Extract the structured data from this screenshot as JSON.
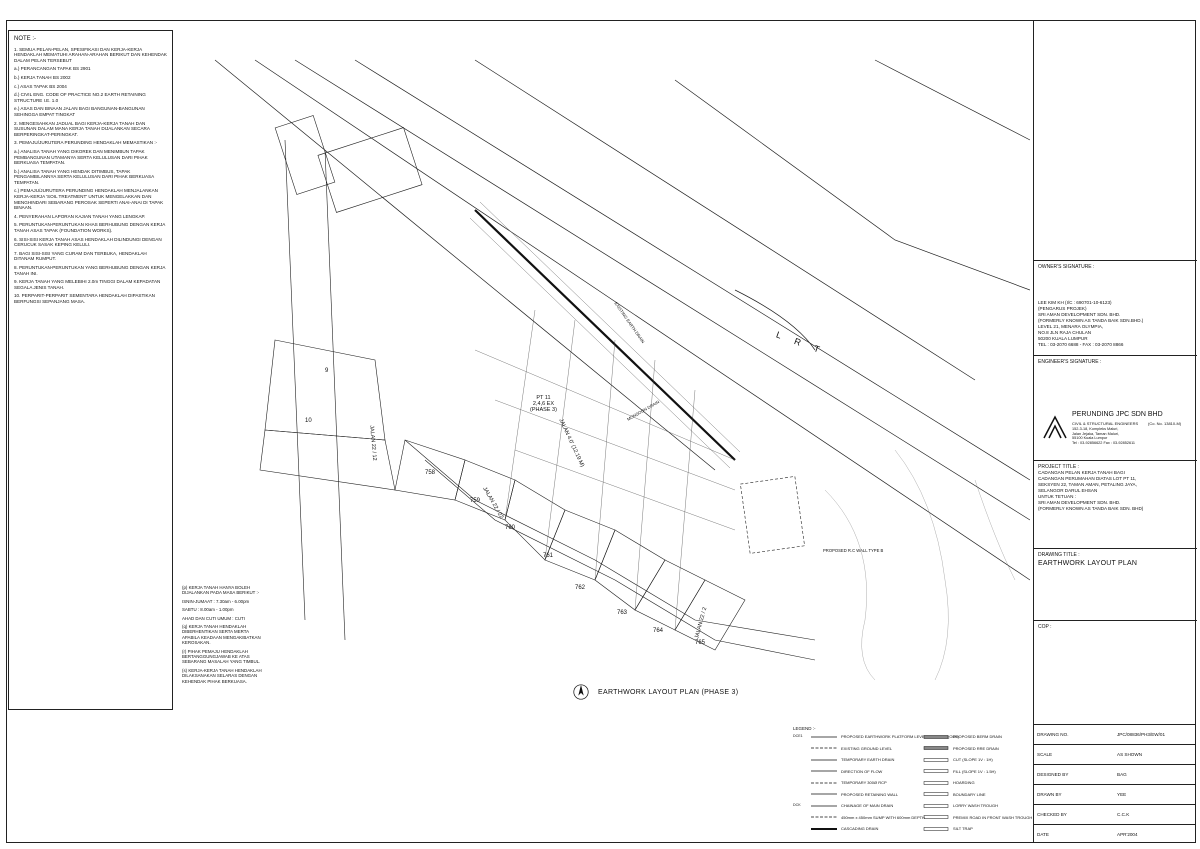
{
  "notes": {
    "heading": "NOTE :-",
    "items": [
      "1. SEMUA PELAN-PELAN, SPESIFIKASI DAN KERJA-KERJA HENDAKLAH MEMATUHI ARAHAN-ARAHAN BERIKUT DAN KEHENDAK DALAM PELAN TERSEBUT",
      "a.) PERANCANGAN TAPAK BS 2901",
      "b.) KERJA TANAH BS 2002",
      "c.) ASAS TAPAK BS 2004",
      "d.) CIVIL ENG. CODE OF PRACTICE NO.2 EARTH RETAINING STRUCTURE I.E. 1.0",
      "e.) ASAS DAN BINAAN JALAN BAGI BANGUNAN-BANGUNAN SEHINGGA EMPAT TINGKAT",
      "2. MENGESAHKAN JADUAL BAGI KERJA-KERJA TANAH DAN SUSUNAN DALAM MANA KERJA TANAH DIJALANKAN SECARA BERPERINGKAT-PERINGKAT.",
      "3. PEMAJU/JURUTERA PERUNDING HENDAKLAH MEMASTIKAN :-",
      "a.) ANALISA TANAH YANG DIKOREK DAN MENIMBUN TAPAK PEMBANGUNAN UTAMANYA SERTA KELULUSAN DARI PIHAK BERKUASA TEMPATAN.",
      "b.) ANALISA TANAH YANG HENDAK DITIMBUS, TAPAK PENGAMBILANNYA SERTA KELULUSAN DARI PIHAK BERKUASA TEMPATAN.",
      "c.) PEMAJU/JURUTERA PERUNDING HENDAKLAH MENJALANKAN KERJA-KERJA 'SOIL TREATMENT' UNTUK MENGELAKKAN DAN MENGHINDARI SEBARANG PEROSAK SEPERTI ANAI-ANAI DI TAPAK BINAAN.",
      "4. PENYERAHAN LAPORAN KAJIAN TANAH YANG LENGKAP.",
      "5. PERUNTUKAN-PERUNTUKAN KHAS BERHUBUNG DENGAN KERJA TANAH ASAS TAPAK (FOUNDATION WORKS).",
      "6. SISI-SISI KERJA TANAH ASAS HENDAKLAH DILINDUNGI DENGAN CERUCUK SASAK KEPING KELULI.",
      "7. BAGI SISI-SISI YANG CURAM DAN TERBUKA, HENDAKLAH DITANAM RUMPUT.",
      "8. PERUNTUKAN-PERUNTUKAN YANG BERHUBUNG DENGAN KERJA TANAH INI.",
      "9. KERJA TANAH YANG MELEBIHI 2.0m TINGGI DALAM KEPADATAN SEGALA JENIS TANAH.",
      "10. PERPARIT-PERPARIT SEMENTARA HENDAKLAH DIPASTIKAN BERFUNGSI SEPANJANG MASA."
    ],
    "second_column": [
      "(p) KERJA TANAH HANYA BOLEH DIJALANKAN PADA MASA BERIKUT :-",
      "ISNIN-JUMAAT : 7.30am - 6.00pm",
      "SABTU : 8.00am - 1.00pm",
      "AHAD DAN CUTI UMUM : CUTI",
      "(q) KERJA TANAH HENDAKLAH DIBERHENTIKAN SERTA MERTA APABILA KEADAAN MENGAKIBATKAN KEROSAKAN.",
      "(r) PIHAK PEMAJU HENDAKLAH BERTANGGUNGJAWAB KE ATAS SEBARANG MASALAH YANG TIMBUL.",
      "(s) KERJA-KERJA TANAH HENDAKLAH DILAKSANAKAN SELARAS DENGAN KEHENDAK PIHAK BERKUASA."
    ]
  },
  "plan": {
    "title": "EARTHWORK LAYOUT PLAN (PHASE 3)",
    "lrt_label": "L R T",
    "phase_label": "PT 11\n2,4,6 EX\n(PHASE 3)",
    "road_labels": [
      "JALAN 4.0' (12.19 M)",
      "JALAN 22 / 2",
      "JALAN 22 / 12",
      "JALAN 22 / 22"
    ],
    "lots": [
      "9",
      "10",
      "758",
      "759",
      "760",
      "761",
      "762",
      "763",
      "764",
      "765"
    ],
    "annotations": [
      "PROPOSED R.C WALL TYPE B",
      "MONSOON DRAIN",
      "EXISTING EARTH DRAIN"
    ]
  },
  "legend": {
    "title": "LEGEND :-",
    "left": [
      {
        "code": "DCE1",
        "text": "PROPOSED EARTHWORK PLATFORM LEVEL IN METER (ODL)"
      },
      {
        "code": "",
        "text": "EXISTING GROUND LEVEL"
      },
      {
        "code": "",
        "text": "TEMPORARY EARTH DRAIN"
      },
      {
        "code": "",
        "text": "DIRECTION OF FLOW"
      },
      {
        "code": "",
        "text": "TEMPORARY 300Ø RCP"
      },
      {
        "code": "",
        "text": "PROPOSED RETAINING WALL"
      },
      {
        "code": "DCK",
        "text": "CHAINAGE OF MAIN DRAIN"
      },
      {
        "code": "",
        "text": "450mm x 450mm SUMP WITH 600mm DEPTH"
      },
      {
        "code": "",
        "text": "CASCADING DRAIN"
      }
    ],
    "right": [
      {
        "text": "PROPOSED BERM DRAIN"
      },
      {
        "text": "PROPOSED RRE DRAIN"
      },
      {
        "text": "CUT (SLOPE 1V : 1H)"
      },
      {
        "text": "FILL (SLOPE 1V : 1.5H)"
      },
      {
        "text": "HOARDING"
      },
      {
        "text": "BOUNDARY LINE"
      },
      {
        "text": "LORRY WASH TROUGH"
      },
      {
        "text": "PREMIX ROAD IN FRONT WASH TROUGH"
      },
      {
        "text": "SILT TRAP"
      }
    ]
  },
  "title_block": {
    "owner_sig_label": "OWNER'S SIGNATURE :",
    "owner_lines": [
      "LEE KIM KH (I/C : 690701-10-6123)",
      "(PENGARUS PROJEK)",
      "SRI AMAN DEVELOPMENT SDN. BHD.",
      "(FORMERLY KNOWN AS TANDA BAIK SDN.BHD.)",
      "LEVEL 21, MENARA OLYMPIA,",
      "NO.8 JLN RAJA CHULAN",
      "50200 KUALA LUMPUR",
      "TEL : 03-2070 6688 - FAX : 03-2070 8866"
    ],
    "engineer_sig_label": "ENGINEER'S SIGNATURE :",
    "firm_name": "PERUNDING JPC SDN BHD",
    "firm_sub": "CIVIL & STRUCTURAL ENGINEERS",
    "firm_reg": "(Co. No. 13810-M)",
    "firm_addr": [
      "152-3-18, Kompleks Maluri,",
      "Jalan Jejaka, Taman Maluri,",
      "55100 Kuala Lumpur",
      "Tel : 03-92856622  Fax : 03-92852611"
    ],
    "project_label": "PROJECT TITLE :",
    "project_lines": [
      "CADANGAN PELAN KERJA TANAH BAGI",
      "CADANGAN PERUMAHAN DIATAS LOT PT 11,",
      "SEKSYEN 22, TAMAN AMAN, PETALING JAYA,",
      "SELANGOR DARUL EHSAN",
      "UNTUK TETUAN :",
      "SRI AMAN DEVELOPMENT SDN. BHD.",
      "(FORMERLY KNOWN AS TANDA BAIK SDN. BHD)"
    ],
    "drawing_title_label": "DRAWING TITLE :",
    "drawing_title": "EARTHWORK LAYOUT PLAN",
    "cop_label": "COP :"
  },
  "drawing_info": [
    {
      "label": "DRAWING NO.",
      "value": "JPC/08836/PH3/EW/01"
    },
    {
      "label": "SCALE",
      "value": "AS SHOWN"
    },
    {
      "label": "DESIGNED BY",
      "value": "BAG"
    },
    {
      "label": "DRAWN BY",
      "value": "YEE"
    },
    {
      "label": "CHECKED BY",
      "value": "C.C.K"
    },
    {
      "label": "DATE",
      "value": "APR'2004"
    }
  ]
}
